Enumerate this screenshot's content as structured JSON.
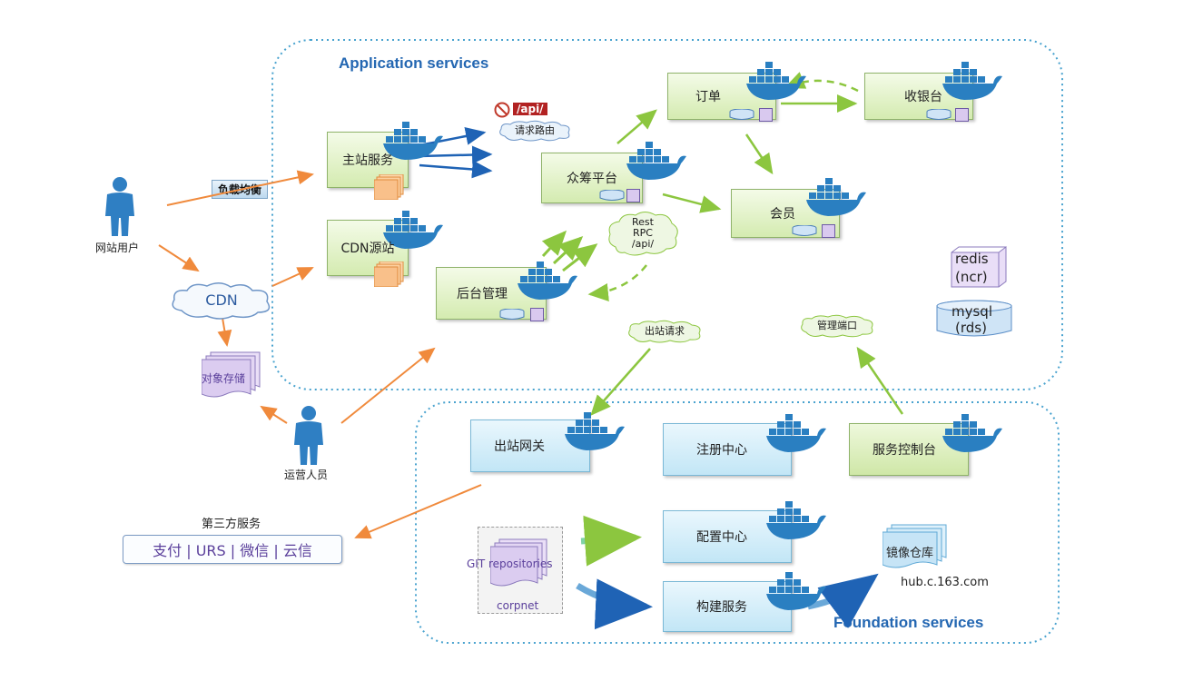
{
  "regions": {
    "application": "Application services",
    "foundation": "Foundation services"
  },
  "nodes": {
    "main_site": "主站服务",
    "cdn_origin": "CDN源站",
    "crowdfund": "众筹平台",
    "order": "订单",
    "cashier": "收银台",
    "member": "会员",
    "admin": "后台管理",
    "outbound_gw": "出站网关",
    "registry": "注册中心",
    "service_console": "服务控制台",
    "config_center": "配置中心",
    "build_service": "构建服务"
  },
  "actors": {
    "web_user": "网站用户",
    "operator": "运营人员"
  },
  "labels": {
    "load_balance": "负载均衡",
    "api_blocked": "/api/",
    "request_routing": "请求路由",
    "rest_rpc_1": "Rest",
    "rest_rpc_2": "RPC",
    "rest_rpc_3": "/api/",
    "outbound_request": "出站请求",
    "mgmt_port": "管理端口",
    "cdn": "CDN",
    "object_storage": "对象存储",
    "third_party_title": "第三方服务",
    "third_party_list": "支付 | URS | 微信 | 云信",
    "git_repos": "GIT repositories",
    "corpnet": "corpnet",
    "image_repo": "镜像仓库",
    "hub_url": "hub.c.163.com"
  },
  "stores": {
    "redis": "redis",
    "redis_sub": "(ncr)",
    "mysql": "mysql",
    "mysql_sub": "(rds)"
  },
  "colors": {
    "region_border": "#4aa3cf",
    "app_box": "#d4ebb0",
    "foundation_box": "#c2e6f6",
    "orange_arrow": "#f08a3c",
    "blue_arrow": "#1f63b5",
    "green_arrow": "#8cc63f",
    "docker_whale": "#2a7fc1"
  },
  "icons": [
    "docker-whale-icon",
    "person-icon",
    "cloud-icon",
    "database-icon",
    "document-stack-icon",
    "no-entry-icon"
  ]
}
